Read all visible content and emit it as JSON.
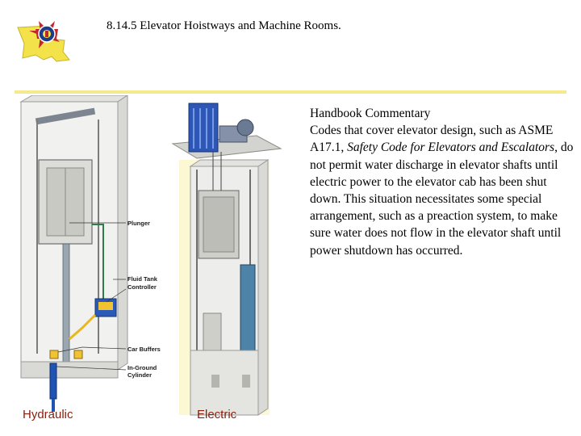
{
  "slide": {
    "title": "8.14.5 Elevator Hoistways and Machine Rooms."
  },
  "commentary": {
    "heading": "Handbook Commentary",
    "text_1": "Codes that cover elevator design, such as ASME A17.1, ",
    "italic": "Safety Code for Elevators and Escalators",
    "text_2": ", do not permit water discharge in elevator shafts until electric power to the elevator cab has been shut down.   This situation necessitates some special arrangement, such as a preaction system, to make sure water does not flow in the elevator shaft until power shutdown has occurred."
  },
  "diagram": {
    "labels": {
      "plunger": "Plunger",
      "fluid_tank": "Fluid Tank",
      "controller": "Controller",
      "car_buffers": "Car Buffers",
      "in_ground": "In-Ground",
      "cylinder": "Cylinder"
    },
    "captions": {
      "hydraulic": "Hydraulic",
      "electric": "Electric"
    }
  },
  "colors": {
    "caption": "#8a1e0c",
    "rule": "#f4e98c",
    "pipe": "#1a3f9e",
    "shaft_glow": "#fbf6c8"
  }
}
